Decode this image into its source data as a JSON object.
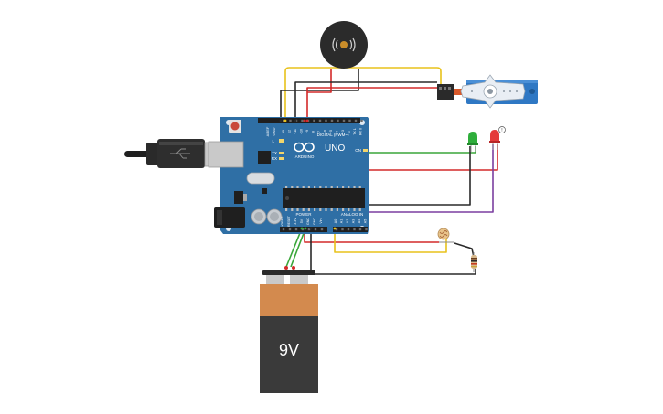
{
  "board": {
    "logo": "UNO",
    "digital_header": "DIGITAL (PWM~)",
    "power_header": "POWER",
    "analog_header": "ANALOG IN",
    "arduino_text": "ARDUINO",
    "aref_label": "AREF",
    "gnd_label": "GND",
    "tx_label": "TX",
    "rx_label": "RX",
    "l_label": "L",
    "on_label": "ON",
    "digital_pins": [
      "13",
      "12",
      "~11",
      "~10",
      "~9",
      "8",
      "7",
      "~6",
      "~5",
      "4",
      "~3",
      "2",
      "TX 1",
      "RX 0"
    ],
    "power_pins": [
      "IOREF",
      "RESET",
      "3.3V",
      "5V",
      "GND",
      "GND",
      "Vin"
    ],
    "analog_pins": [
      "A0",
      "A1",
      "A2",
      "A3",
      "A4",
      "A5"
    ]
  },
  "battery": {
    "label": "9V"
  },
  "led_red": {
    "marker": "!"
  },
  "colors": {
    "board_blue": "#2f6fa5",
    "wire_red": "#d42a2a",
    "wire_yellow": "#e8c21c",
    "wire_green": "#3aa63a",
    "wire_black": "#2a2a2a",
    "wire_purple": "#7b3fa0",
    "battery_orange": "#d38a4e",
    "battery_body": "#3a3a3a",
    "servo_blue": "#2f78c4",
    "led_green": "#2fae3b",
    "led_red": "#e43b3b"
  },
  "icons": {
    "buzzer": "sound-waves-icon",
    "usb": "usb-plug-icon"
  }
}
